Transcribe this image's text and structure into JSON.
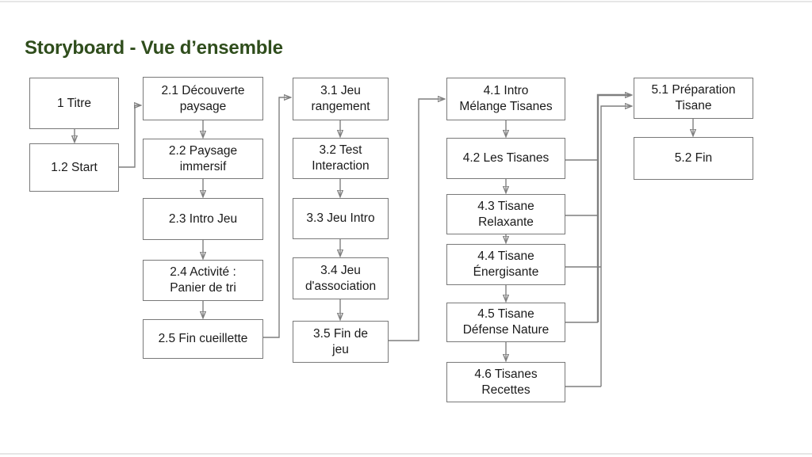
{
  "title": "Storyboard - Vue d’ensemble",
  "theme": {
    "title_color": "#2f4d1c",
    "box_border_color": "#797979",
    "connector_color": "#7f7f7f",
    "text_color": "#1a1a1a",
    "rule_color": "#e6e6e6",
    "background": "#ffffff"
  },
  "diagram": {
    "nodes": [
      {
        "id": "1",
        "lines": [
          "1 Titre"
        ]
      },
      {
        "id": "1-2",
        "lines": [
          "1.2 Start"
        ]
      },
      {
        "id": "2-1",
        "lines": [
          "2.1 Découverte",
          "paysage"
        ]
      },
      {
        "id": "2-2",
        "lines": [
          "2.2 Paysage",
          "immersif"
        ]
      },
      {
        "id": "2-3",
        "lines": [
          "2.3 Intro Jeu"
        ]
      },
      {
        "id": "2-4",
        "lines": [
          "2.4 Activité :",
          "Panier de tri"
        ]
      },
      {
        "id": "2-5",
        "lines": [
          "2.5 Fin cueillette"
        ]
      },
      {
        "id": "3-1",
        "lines": [
          "3.1 Jeu",
          "rangement"
        ]
      },
      {
        "id": "3-2",
        "lines": [
          "3.2 Test",
          "Interaction"
        ]
      },
      {
        "id": "3-3",
        "lines": [
          "3.3 Jeu Intro"
        ]
      },
      {
        "id": "3-4",
        "lines": [
          "3.4 Jeu",
          "d'association"
        ]
      },
      {
        "id": "3-5",
        "lines": [
          "3.5 Fin de",
          "jeu"
        ]
      },
      {
        "id": "4-1",
        "lines": [
          "4.1 Intro",
          "Mélange Tisanes"
        ]
      },
      {
        "id": "4-2",
        "lines": [
          "4.2 Les Tisanes"
        ]
      },
      {
        "id": "4-3",
        "lines": [
          "4.3 Tisane",
          "Relaxante"
        ]
      },
      {
        "id": "4-4",
        "lines": [
          "4.4 Tisane",
          "Énergisante"
        ]
      },
      {
        "id": "4-5",
        "lines": [
          "4.5 Tisane",
          "Défense Nature"
        ]
      },
      {
        "id": "4-6",
        "lines": [
          "4.6 Tisanes",
          "Recettes"
        ]
      },
      {
        "id": "5-1",
        "lines": [
          "5.1 Préparation",
          "Tisane"
        ]
      },
      {
        "id": "5-2",
        "lines": [
          "5.2 Fin"
        ]
      }
    ],
    "edges": [
      {
        "from": "1",
        "to": "1-2"
      },
      {
        "from": "1-2",
        "to": "2-1"
      },
      {
        "from": "2-1",
        "to": "2-2"
      },
      {
        "from": "2-2",
        "to": "2-3"
      },
      {
        "from": "2-3",
        "to": "2-4"
      },
      {
        "from": "2-4",
        "to": "2-5"
      },
      {
        "from": "2-5",
        "to": "3-1"
      },
      {
        "from": "3-1",
        "to": "3-2"
      },
      {
        "from": "3-2",
        "to": "3-3"
      },
      {
        "from": "3-3",
        "to": "3-4"
      },
      {
        "from": "3-4",
        "to": "3-5"
      },
      {
        "from": "3-5",
        "to": "4-1"
      },
      {
        "from": "4-1",
        "to": "4-2"
      },
      {
        "from": "4-2",
        "to": "4-3"
      },
      {
        "from": "4-3",
        "to": "4-4"
      },
      {
        "from": "4-4",
        "to": "4-5"
      },
      {
        "from": "4-5",
        "to": "4-6"
      },
      {
        "from": "4-2",
        "to": "5-1"
      },
      {
        "from": "4-3",
        "to": "5-1"
      },
      {
        "from": "4-4",
        "to": "5-1"
      },
      {
        "from": "4-5",
        "to": "5-1"
      },
      {
        "from": "4-6",
        "to": "5-1"
      },
      {
        "from": "5-1",
        "to": "5-2"
      }
    ]
  }
}
